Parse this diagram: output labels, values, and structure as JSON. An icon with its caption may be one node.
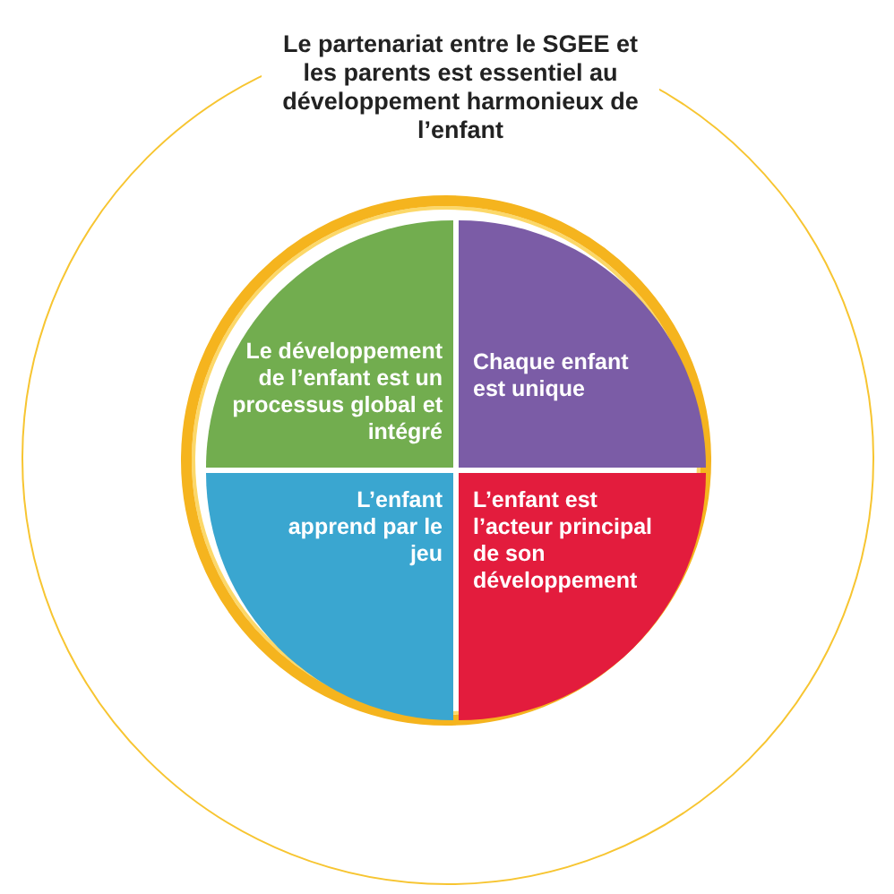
{
  "diagram": {
    "nodes": [
      {
        "text": [
          "Le partenariat entre le SGEE et les parents est essentiel au développement harmonieux de l’enfant"
        ]
      },
      {
        "text": [],
        "shape": "circle",
        "in": 0
      },
      {
        "text": [
          "Le développement de l’enfant est un processus global et intégré"
        ],
        "in": 1
      },
      {
        "text": [
          "Chaque enfant est unique"
        ],
        "in": 1
      },
      {
        "text": [
          "L’enfant apprend par le jeu"
        ],
        "in": 1
      },
      {
        "text": [
          "L’enfant est l’acteur principal de son développement"
        ],
        "in": 1
      }
    ]
  }
}
